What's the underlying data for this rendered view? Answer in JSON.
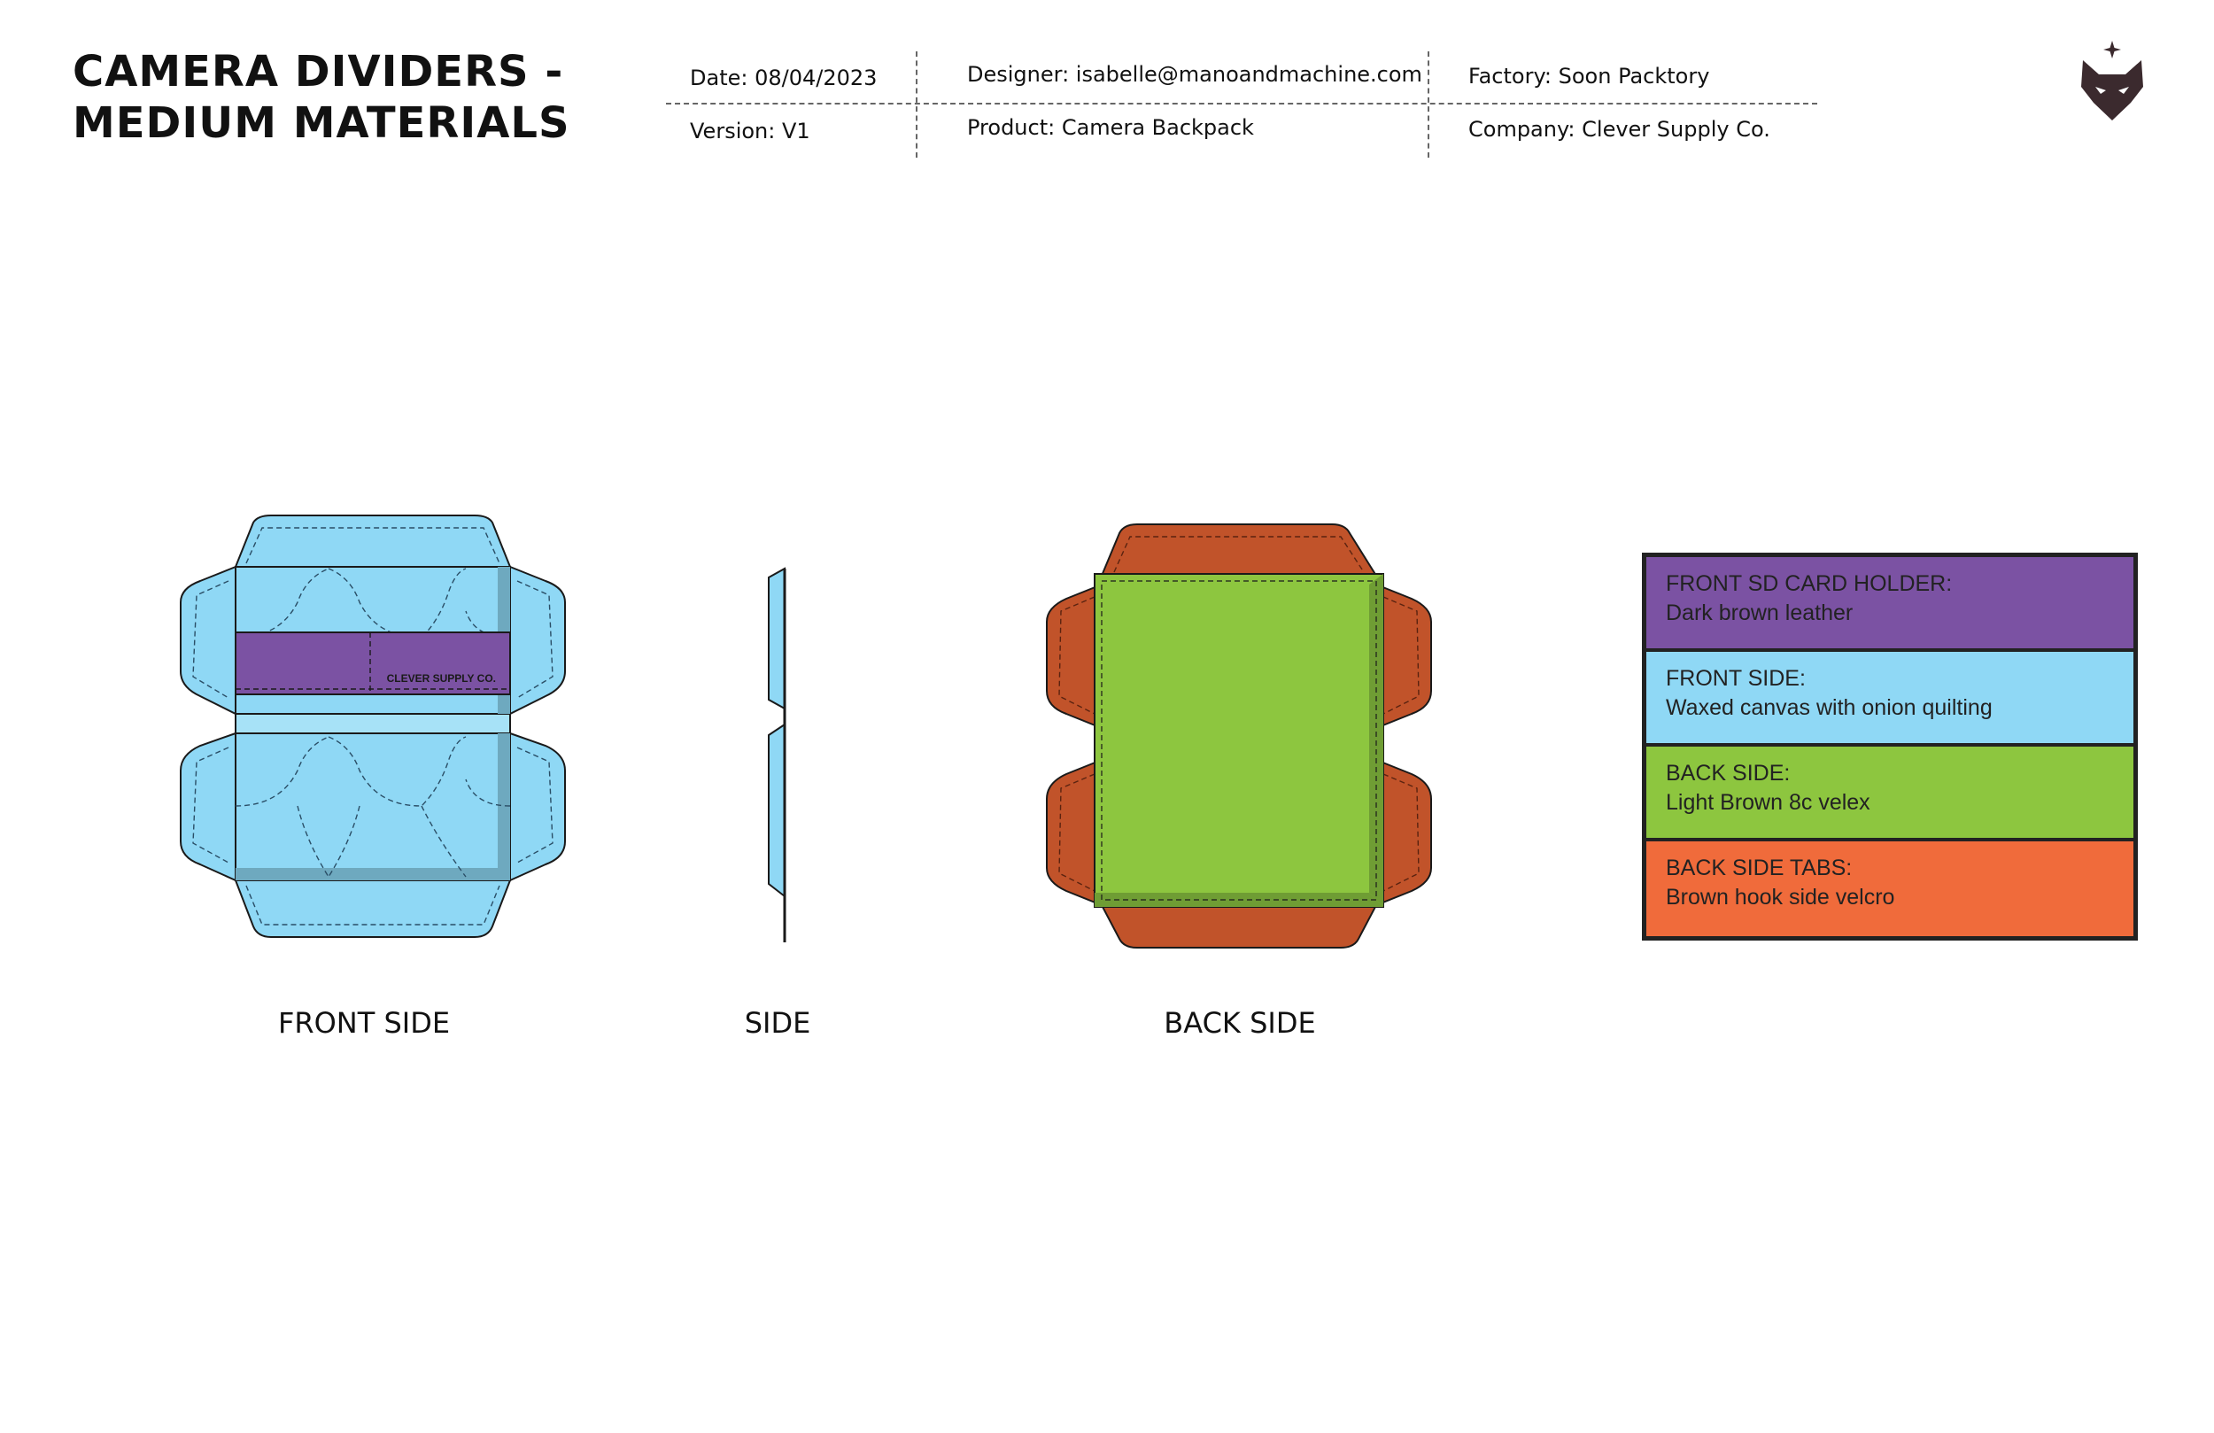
{
  "header": {
    "title_line1": "CAMERA DIVIDERS -",
    "title_line2": "MEDIUM MATERIALS",
    "date": "Date: 08/04/2023",
    "version": "Version: V1",
    "designer": "Designer: isabelle@manoandmachine.com",
    "product": "Product: Camera Backpack",
    "factory": "Factory: Soon Packtory",
    "company": "Company: Clever Supply Co."
  },
  "logo": {
    "icon": "fox-head-star-logo"
  },
  "views": {
    "front": {
      "label": "FRONT SIDE",
      "brand_text": "CLEVER SUPPLY CO."
    },
    "side": {
      "label": "SIDE"
    },
    "back": {
      "label": "BACK SIDE"
    }
  },
  "colors": {
    "front_fill": "#8fd8f5",
    "front_shadow": "#6ea9bf",
    "sd_holder": "#7b52a3",
    "back_fill": "#8dc63f",
    "back_shadow": "#6f9d34",
    "tabs": "#c1532a",
    "legend_purple": "#7b52a3",
    "legend_blue": "#8fd8f5",
    "legend_green": "#8dc63f",
    "legend_orange": "#f06b3b"
  },
  "legend": [
    {
      "title": "FRONT SD CARD HOLDER:",
      "desc": "Dark brown leather"
    },
    {
      "title": "FRONT SIDE:",
      "desc": "Waxed canvas with onion quilting"
    },
    {
      "title": "BACK SIDE:",
      "desc": "Light Brown 8c velex"
    },
    {
      "title": "BACK SIDE TABS:",
      "desc": "Brown hook side velcro"
    }
  ]
}
